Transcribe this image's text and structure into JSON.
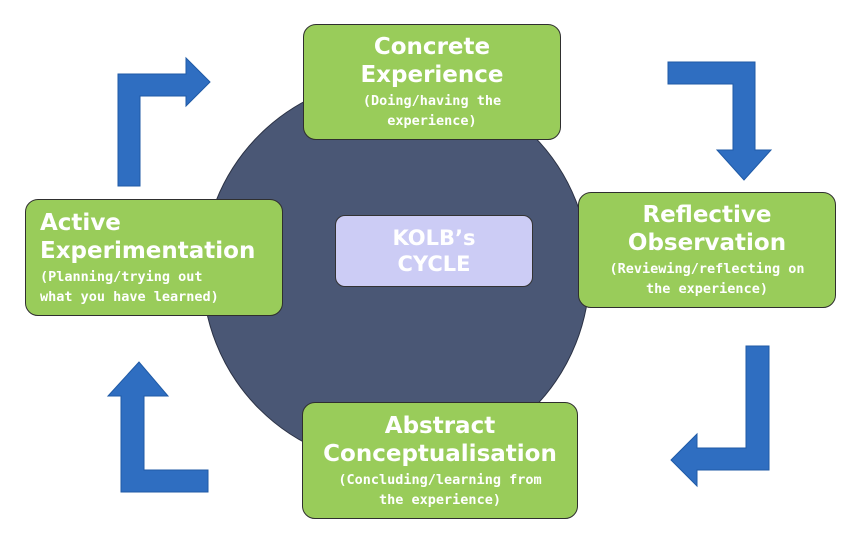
{
  "diagram": {
    "center": {
      "label": "KOLB’s\nCYCLE"
    },
    "stages": [
      {
        "id": "concrete",
        "title": "Concrete\nExperience",
        "description": "(Doing/having the\nexperience)"
      },
      {
        "id": "reflective",
        "title": "Reflective\nObservation",
        "description": "(Reviewing/reflecting on\nthe experience)"
      },
      {
        "id": "abstract",
        "title": "Abstract\nConceptualisation",
        "description": "(Concluding/learning from\nthe experience)"
      },
      {
        "id": "active",
        "title": "Active\nExperimentation",
        "description": "(Planning/trying out\nwhat you have learned)"
      }
    ],
    "flow": [
      "concrete",
      "reflective",
      "abstract",
      "active"
    ],
    "colors": {
      "stage_fill": "#99cc5a",
      "circle_fill": "#4a5775",
      "center_fill": "#ccccf5",
      "arrow_fill": "#2f6ec1",
      "text": "#ffffff"
    }
  }
}
